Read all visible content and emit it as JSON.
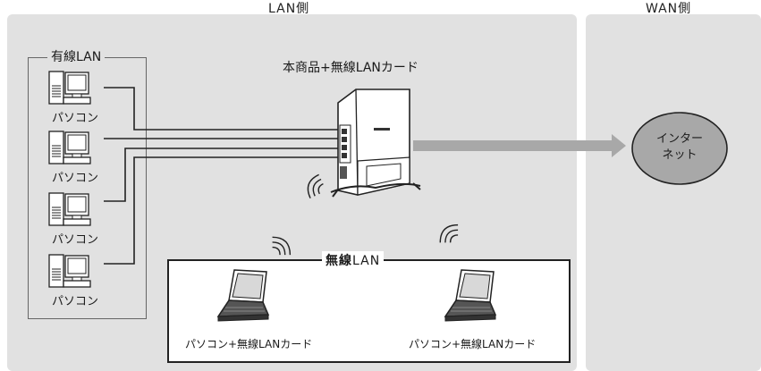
{
  "zones": {
    "lan": {
      "title": "LAN側"
    },
    "wan": {
      "title": "WAN側"
    }
  },
  "wired_group": {
    "label": "有線LAN",
    "pcs": [
      {
        "caption": "パソコン"
      },
      {
        "caption": "パソコン"
      },
      {
        "caption": "パソコン"
      },
      {
        "caption": "パソコン"
      }
    ]
  },
  "router": {
    "caption": "本商品+無線LANカード"
  },
  "internet": {
    "line1": "インター",
    "line2": "ネット"
  },
  "wireless_group": {
    "label_bold": "無線",
    "label_rest": "LAN",
    "laptops": [
      {
        "caption": "パソコン+無線LANカード"
      },
      {
        "caption": "パソコン+無線LANカード"
      }
    ]
  }
}
